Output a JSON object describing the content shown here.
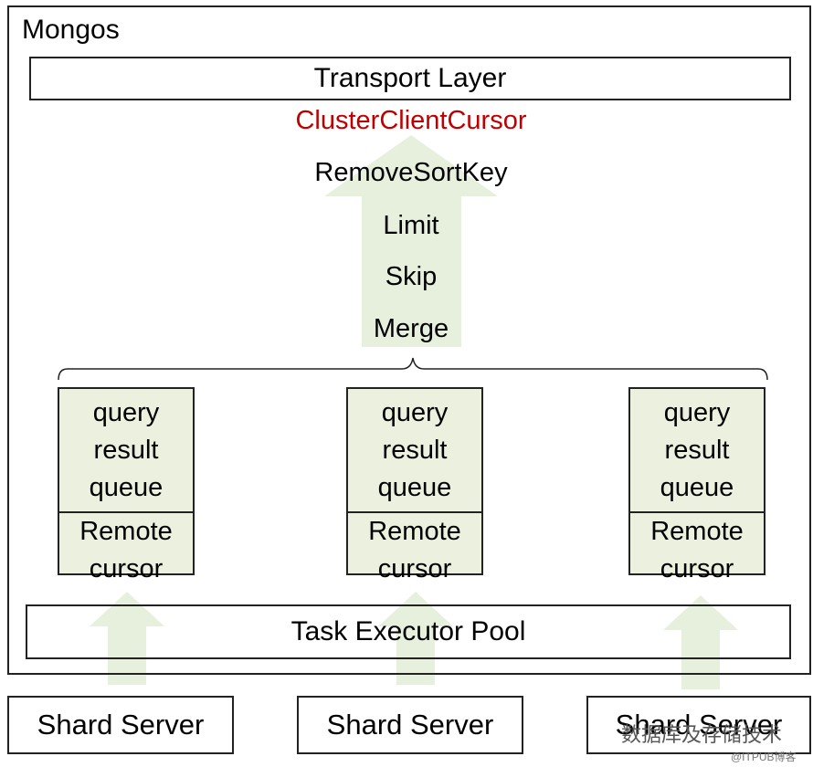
{
  "mongos": {
    "title": "Mongos"
  },
  "transport_layer": {
    "label": "Transport Layer"
  },
  "pipeline": {
    "cluster_client_cursor": "ClusterClientCursor",
    "remove_sort_key": "RemoveSortKey",
    "limit": "Limit",
    "skip": "Skip",
    "merge": "Merge"
  },
  "shard_columns": [
    {
      "queue_lines": [
        "query",
        "result",
        "queue"
      ],
      "remote_lines": [
        "Remote",
        "cursor"
      ]
    },
    {
      "queue_lines": [
        "query",
        "result",
        "queue"
      ],
      "remote_lines": [
        "Remote",
        "cursor"
      ]
    },
    {
      "queue_lines": [
        "query",
        "result",
        "queue"
      ],
      "remote_lines": [
        "Remote",
        "cursor"
      ]
    }
  ],
  "task_executor_pool": {
    "label": "Task Executor Pool"
  },
  "shard_servers": [
    {
      "label": "Shard Server"
    },
    {
      "label": "Shard Server"
    },
    {
      "label": "Shard Server"
    }
  ],
  "watermark": {
    "text": "数据库及存储技术",
    "small": "@ITPUB博客"
  },
  "colors": {
    "arrow_fill": "#e6f0dc",
    "column_fill": "#ebf1de",
    "highlight_text": "#c00000",
    "border": "#222222"
  }
}
